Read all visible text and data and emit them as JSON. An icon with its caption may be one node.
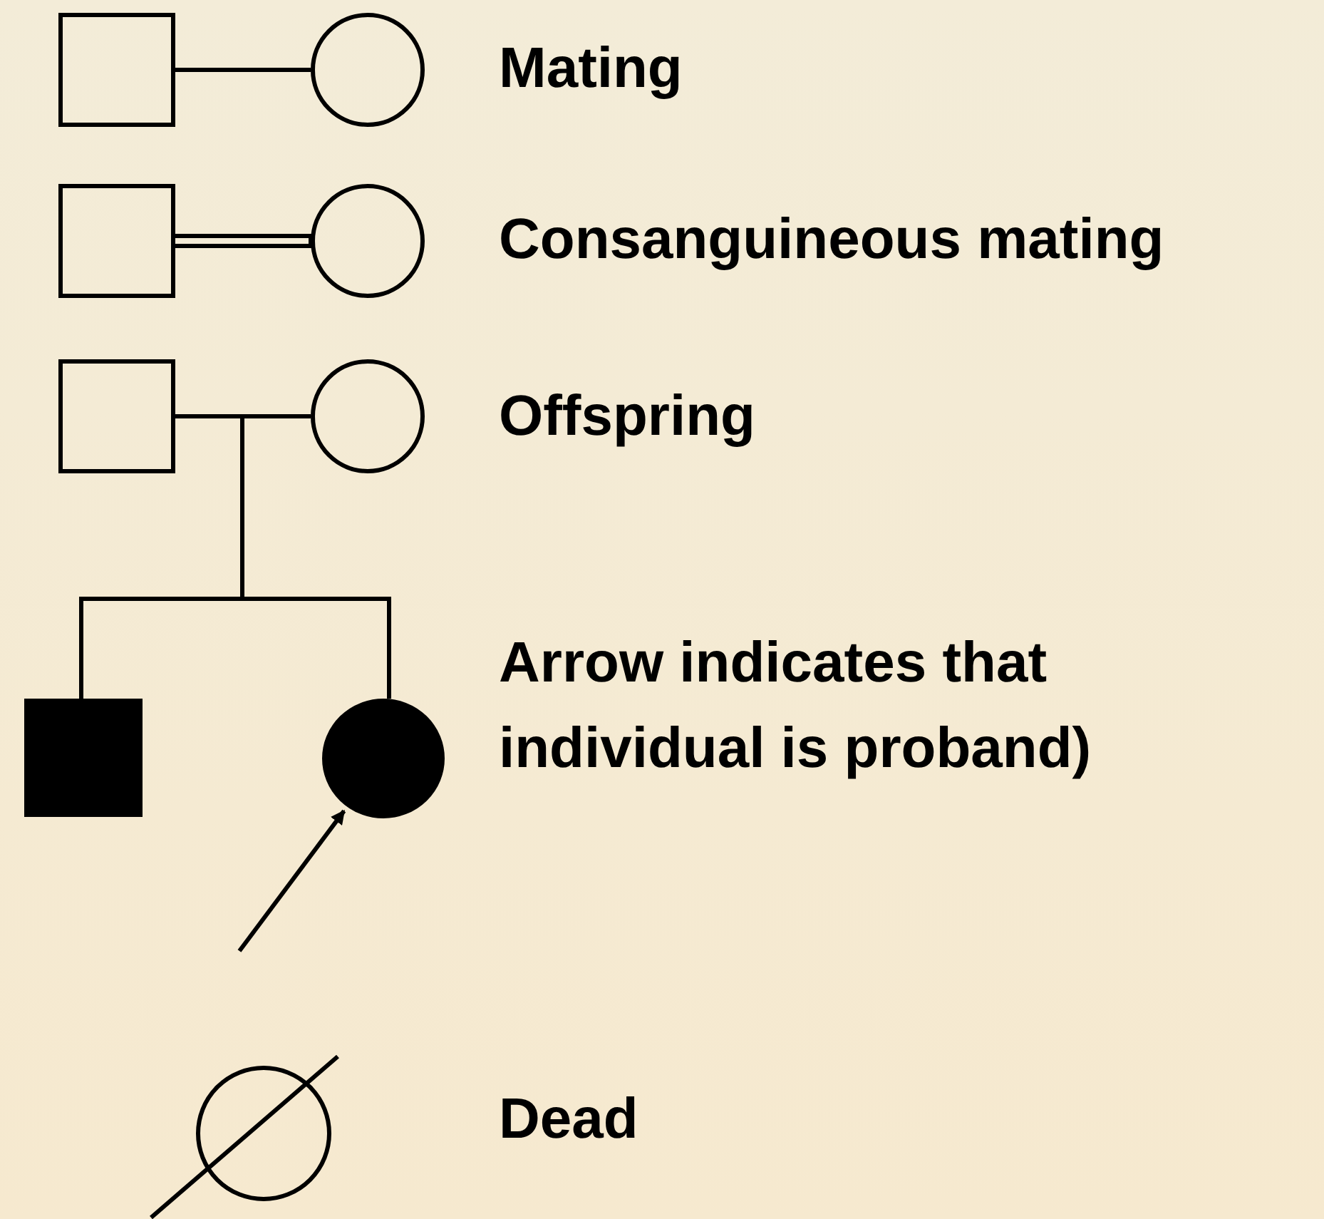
{
  "diagram": {
    "nodes": [
      {
        "text": [],
        "shape": "box"
      },
      {
        "text": [],
        "shape": "circle"
      },
      {
        "text": [],
        "shape": "box"
      },
      {
        "text": [],
        "shape": "circle"
      },
      {
        "text": [],
        "shape": "box"
      },
      {
        "text": [],
        "shape": "circle"
      },
      {
        "text": [],
        "shape": "box"
      },
      {
        "text": [],
        "shape": "circle"
      },
      {
        "text": [],
        "shape": "circle"
      }
    ],
    "edges": [
      {
        "from": 0,
        "to": 1,
        "arrow": "none"
      },
      {
        "from": 2,
        "to": 3,
        "arrow": "none"
      },
      {
        "from": 4,
        "to": 5,
        "arrow": "none"
      },
      {
        "from": null,
        "to": 6,
        "arrow": "none"
      },
      {
        "from": null,
        "to": 7,
        "arrow": "none"
      },
      {
        "from": null,
        "to": 7,
        "arrow": "to"
      }
    ],
    "labels": [
      "Mating",
      "Consanguineous mating",
      "Offspring",
      "Arrow indicates that individual is proband)",
      "Dead"
    ]
  }
}
